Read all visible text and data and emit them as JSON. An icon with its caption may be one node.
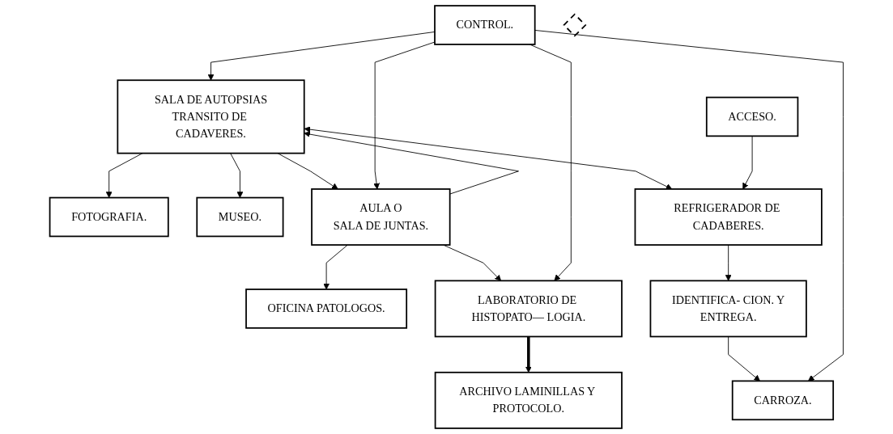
{
  "diagram": {
    "nodes": [
      {
        "text": [
          "FOTOGRAFIA."
        ]
      },
      {
        "text": [
          "MUSEO."
        ]
      },
      {
        "text": [
          "OFICINA PATOLOGOS."
        ]
      },
      {
        "text": [
          "SALA DE AUTOPSIAS",
          "TRANSITO DE CADAVERES."
        ]
      },
      {
        "text": [
          "LABORATORIO DE HISTOPATO— LOGIA."
        ]
      },
      {
        "text": [
          "AULA O",
          "SALA DE JUNTAS."
        ]
      },
      {
        "text": [
          "REFRIGERADOR DE CADABERES."
        ]
      },
      {
        "text": [
          "IDENTIFICA- CION. Y",
          "ENTREGA."
        ]
      },
      {
        "text": [
          "ARCHIVO LAMINILLAS Y PROTOCOLO."
        ]
      },
      {
        "text": [
          "ACCESO."
        ]
      },
      {
        "text": [
          "CARROZA."
        ]
      },
      {
        "text": [
          "CONTROL."
        ]
      },
      {
        "text": [],
        "shape": "diamond"
      }
    ],
    "edges": [
      {
        "from": 3,
        "to": 0,
        "arrow": "to"
      },
      {
        "from": 3,
        "to": 1,
        "arrow": "to"
      },
      {
        "from": 5,
        "to": 2,
        "arrow": "to"
      },
      {
        "from": 3,
        "to": 5,
        "arrow": "to"
      },
      {
        "from": 5,
        "to": 3,
        "arrow": "to"
      },
      {
        "from": 5,
        "to": 4,
        "arrow": "to"
      },
      {
        "from": 11,
        "to": 3,
        "arrow": "to"
      },
      {
        "from": 11,
        "to": 4,
        "arrow": "to"
      },
      {
        "from": 11,
        "to": 5,
        "arrow": "to"
      },
      {
        "from": 4,
        "to": 8,
        "arrow": "to",
        "style": "thick"
      },
      {
        "from": 3,
        "to": 6,
        "arrow": "both"
      },
      {
        "from": 9,
        "to": 6,
        "arrow": "to"
      },
      {
        "from": 6,
        "to": 7,
        "arrow": "to"
      },
      {
        "from": 7,
        "to": 10,
        "arrow": "to"
      },
      {
        "from": 11,
        "to": 10,
        "arrow": "to"
      }
    ]
  }
}
